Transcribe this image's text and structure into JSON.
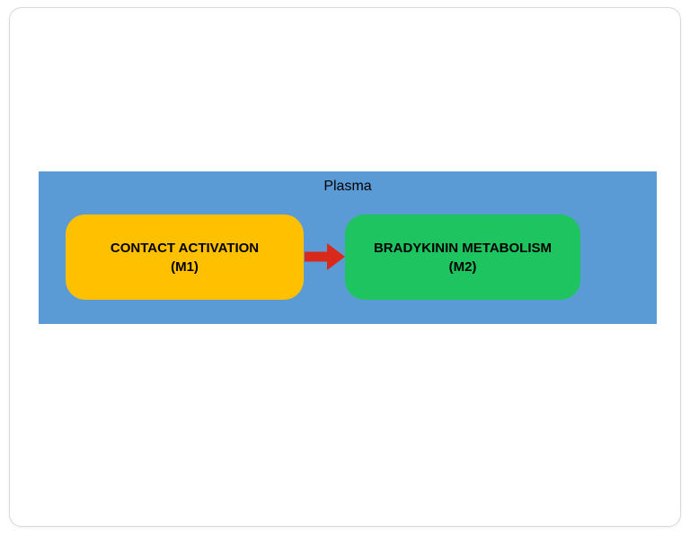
{
  "diagram": {
    "container_label": "Plasma",
    "boxes": [
      {
        "id": "M1",
        "title": "CONTACT ACTIVATION",
        "subtitle": "(M1)"
      },
      {
        "id": "M2",
        "title": "BRADYKININ METABOLISM",
        "subtitle": "(M2)"
      }
    ],
    "arrow": {
      "from": "M1",
      "to": "M2",
      "direction": "right"
    },
    "colors": {
      "panel_blue": "#5B9BD5",
      "box_m1_orange": "#FFC000",
      "box_m2_green": "#1EC45F",
      "arrow_red": "#D9291B",
      "text": "#000000"
    }
  }
}
